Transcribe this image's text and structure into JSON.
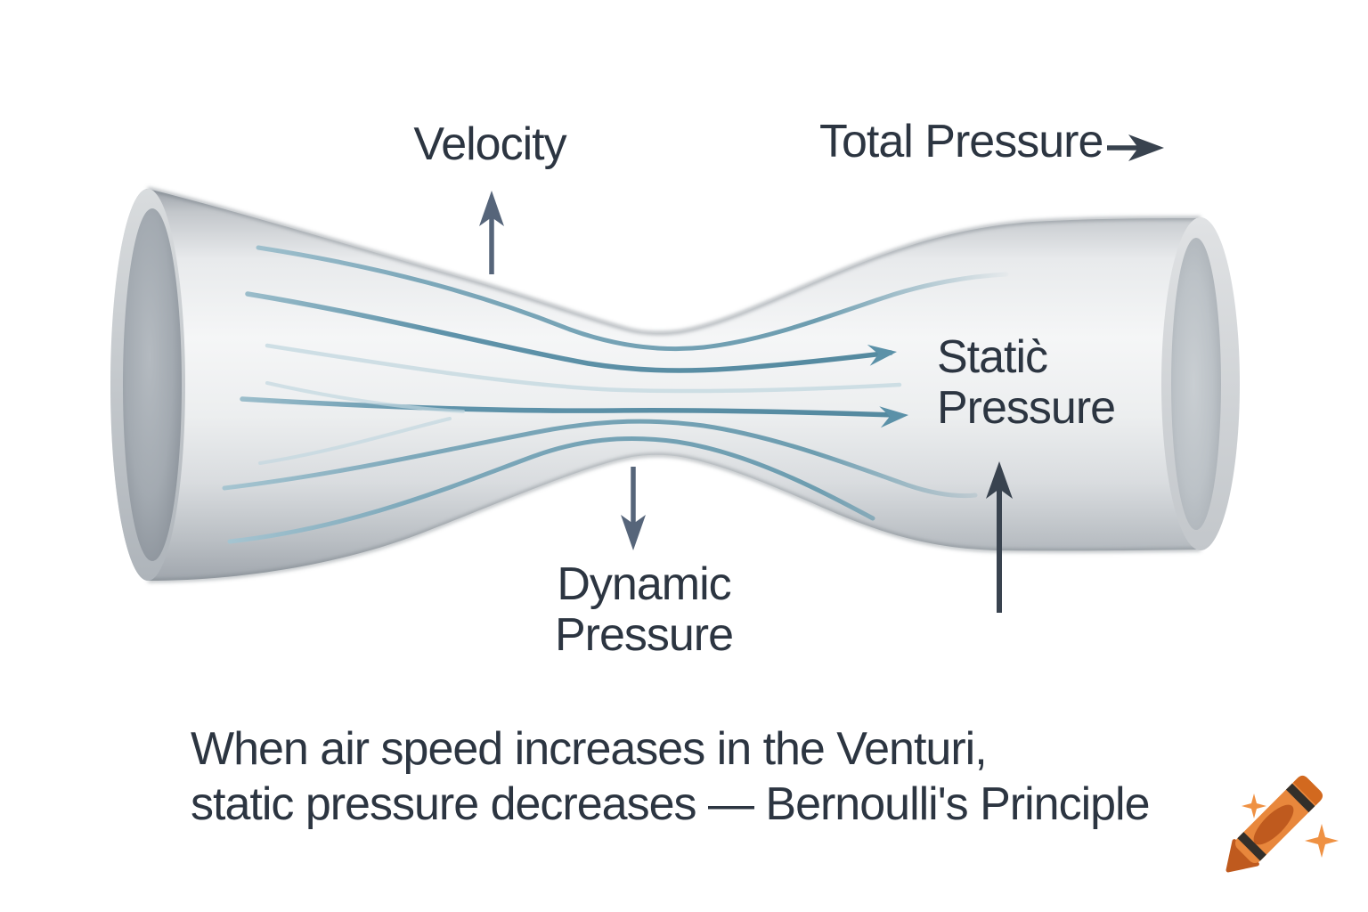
{
  "diagram": {
    "labels": {
      "velocity": "Velocity",
      "total_pressure": "Total Pressure",
      "static_pressure_line1": "Static̀",
      "static_pressure_line2": "Pressure",
      "dynamic_pressure_line1": "Dynamic",
      "dynamic_pressure_line2": "Pressure"
    },
    "caption": {
      "line1": "When air speed increases in the Venturi,",
      "line2": "static pressure decreases — Bernoulli's Principle"
    },
    "icons": {
      "velocity_arrow": "up-arrow",
      "total_pressure_arrow": "right-arrow",
      "dynamic_pressure_arrow": "down-arrow",
      "static_pressure_arrow": "up-arrow",
      "streamline_arrows": "right-arrowheads",
      "watermark": "orange-crayon-with-sparkles"
    },
    "colors": {
      "background": "#ffffff",
      "text": "#2c3541",
      "arrow_light": "#56657a",
      "arrow_dark": "#39434f",
      "streamline": "#5f93aa",
      "streamline_soft": "#7da8ba",
      "streamline_faint": "#c2d7df",
      "tube_highlight": "#f5f6f7",
      "tube_mid": "#d9dcdf",
      "tube_edge": "#9ba1a8",
      "crayon_body": "#e8873c",
      "crayon_tip": "#bf5a1e",
      "crayon_stripe": "#332f2a",
      "crayon_endcap": "#d2691f",
      "sparkle": "#ef9143"
    }
  }
}
